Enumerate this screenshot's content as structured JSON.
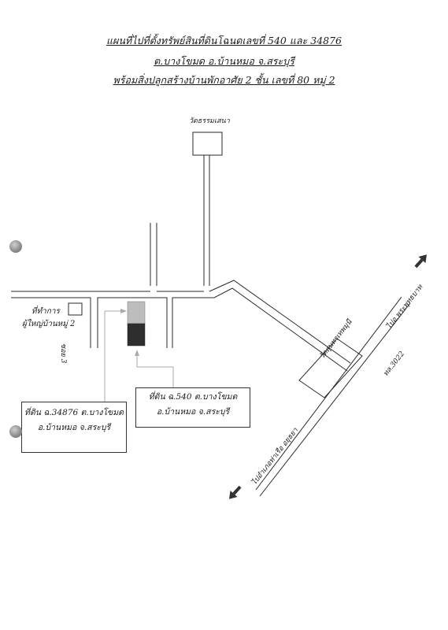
{
  "title": {
    "line1": "แผนที่ไปที่ตั้งทรัพย์สินที่ดินโฉนดเลขที่ 540 และ 34876",
    "line2": "ต.บางโขมด อ.บ้านหมอ จ.สระบุรี",
    "line3": "พร้อมสิ่งปลูกสร้างบ้านพักอาศัย 2 ชั้น เลขที่ 80 หมู่ 2"
  },
  "labels": {
    "temple_top": "วัดธรรมเสนา",
    "office_line1": "ที่ทำการ",
    "office_line2": "ผู้ใหญ่บ้านหมู่ 2",
    "soi": "ซอย 3",
    "temple_right": "วัดสุนทรเทพมุนี",
    "road_no": "ทล.3022",
    "to_phraphutthabat": "ไปอ.พระพุทธบาท",
    "to_tharua": "ไปอำเภอท่าเรือ อยุธยา"
  },
  "callouts": {
    "plot_540_line1": "ที่ดิน ฉ.540 ต.บางโขมด",
    "plot_540_line2": "อ.บ้านหมอ จ.สระบุรี",
    "plot_34876_line1": "ที่ดิน ฉ.34876 ต.บางโขมด",
    "plot_34876_line2": "อ.บ้านหมอ จ.สระบุรี"
  },
  "colors": {
    "road": "#2a2a2a",
    "plot_light": "#bdbdbd",
    "plot_dark": "#2e2e2e",
    "arrow": "#333333",
    "leader": "#aaaaaa"
  }
}
